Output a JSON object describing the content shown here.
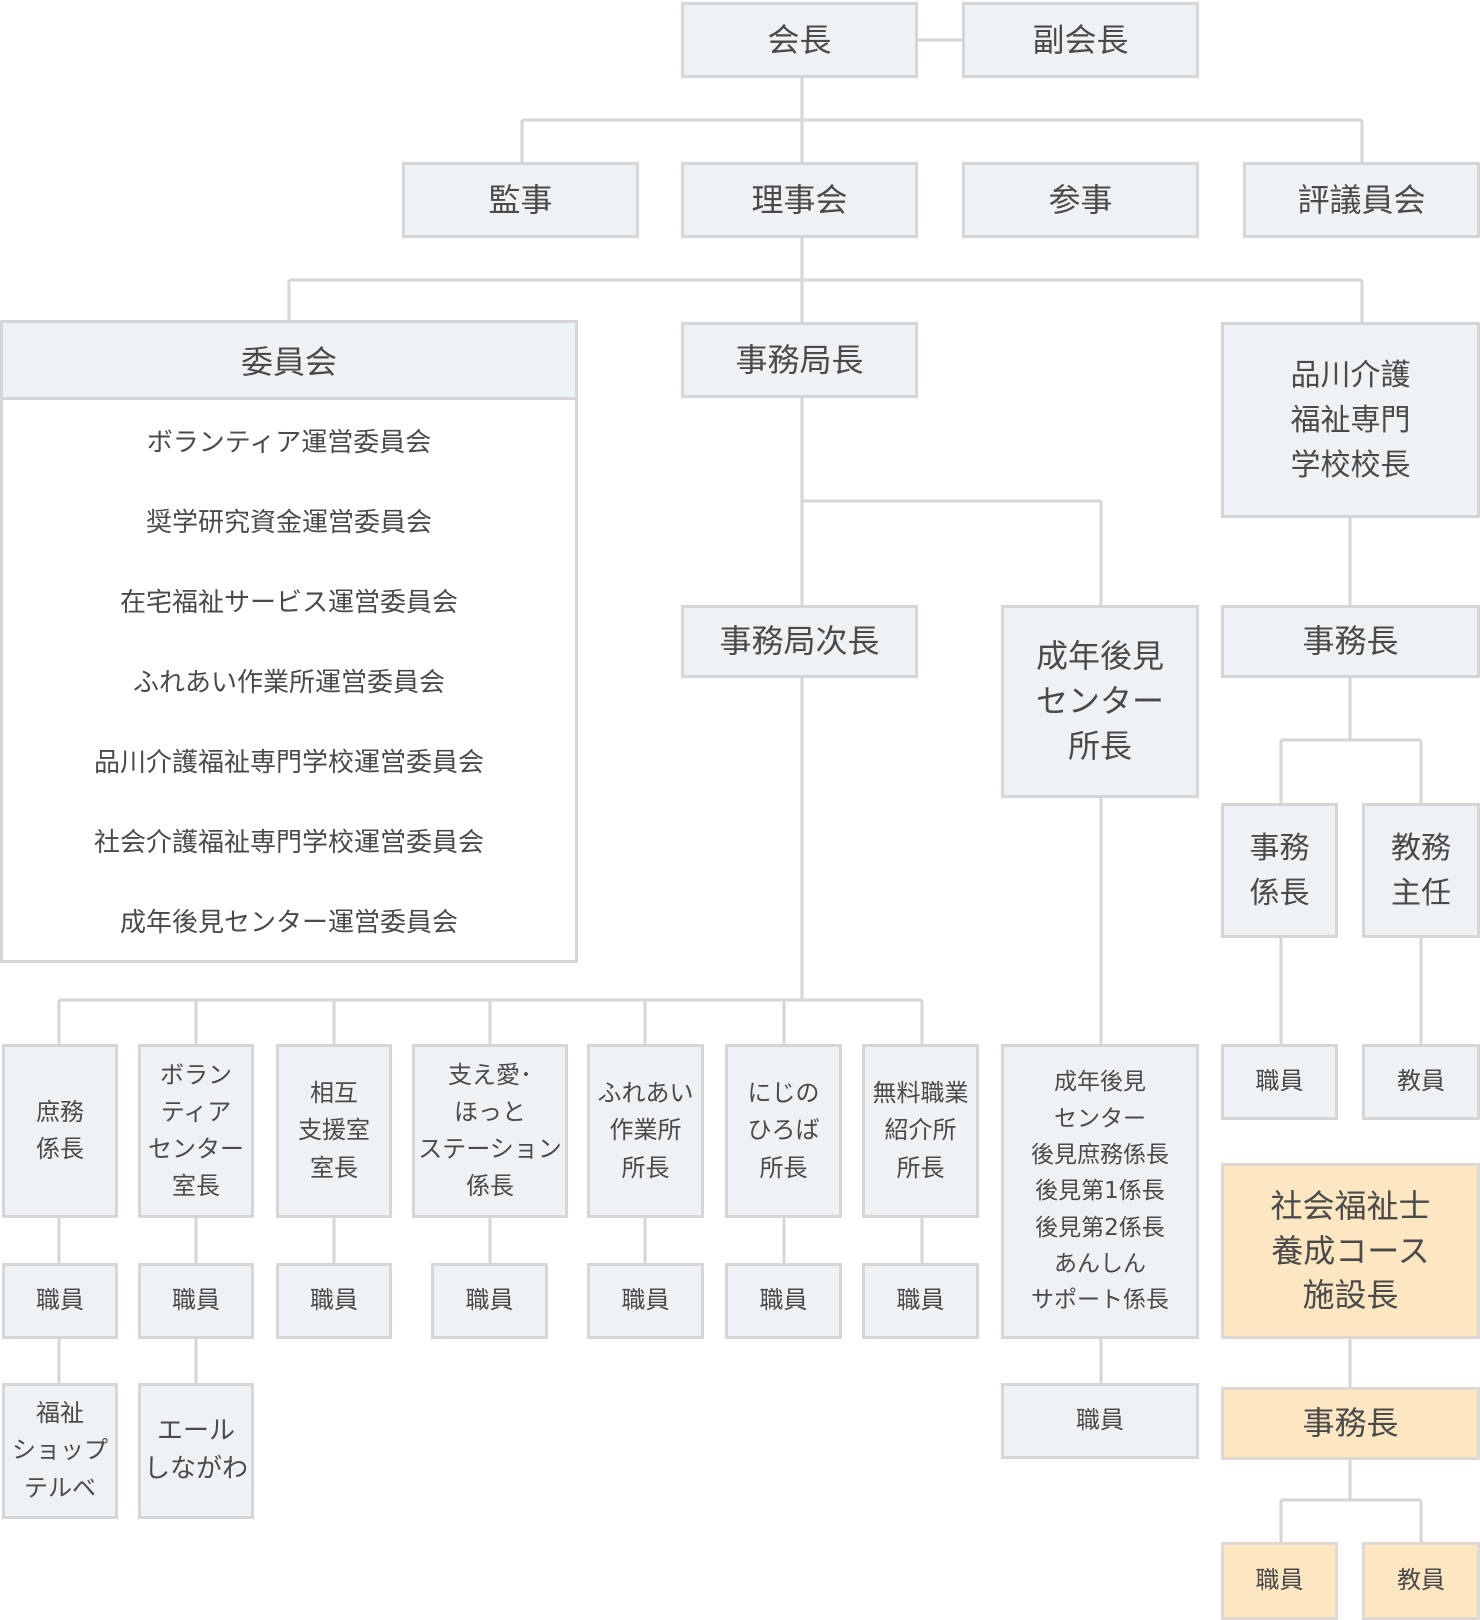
{
  "nodes": {
    "chairman": "会長",
    "vice_chairman": "副会長",
    "auditor": "監事",
    "board": "理事会",
    "counselor": "参事",
    "trustee_council": "評議員会",
    "secretary_general": "事務局長",
    "school_principal": "品川介護\n福祉専門\n学校校長",
    "deputy_secretary_general": "事務局次長",
    "guardianship_director": "成年後見\nセンター\n所長",
    "school_admin_manager": "事務長",
    "admin_chief": "事務\n係長",
    "academic_chief": "教務\n主任",
    "general_affairs_chief": "庶務\n係長",
    "volunteer_center_head": "ボラン\nティア\nセンター\n室長",
    "mutual_support_head": "相互\n支援室\n室長",
    "sasaeai_station_chief": "支え愛･\nほっと\nステーション\n係長",
    "fureai_workshop_director": "ふれあい\n作業所\n所長",
    "nijinohiroba_director": "にじの\nひろば\n所長",
    "employment_agency_director": "無料職業\n紹介所\n所長",
    "guardianship_center_chiefs": "成年後見\nセンター\n後見庶務係長\n後見第1係長\n後見第2係長\nあんしん\nサポート係長",
    "school_staff": "職員",
    "school_teachers": "教員",
    "social_worker_course_head": "社会福祉士\n養成コース\n施設長",
    "course_admin_manager": "事務長",
    "course_staff": "職員",
    "course_teachers": "教員",
    "staff": "職員",
    "welfare_shop": "福祉\nショップ\nテルベ",
    "yell_shinagawa": "エール\nしながわ"
  },
  "committee": {
    "title": "委員会",
    "items": [
      "ボランティア運営委員会",
      "奨学研究資金運営委員会",
      "在宅福祉サービス運営委員会",
      "ふれあい作業所運営委員会",
      "品川介護福祉専門学校運営委員会",
      "社会介護福祉専門学校運営委員会",
      "成年後見センター運営委員会"
    ]
  },
  "colors": {
    "box_fill": "#eff2f5",
    "box_border": "#d6d6d6",
    "highlight_fill": "#fde6c2",
    "line": "#d6d6d6"
  }
}
